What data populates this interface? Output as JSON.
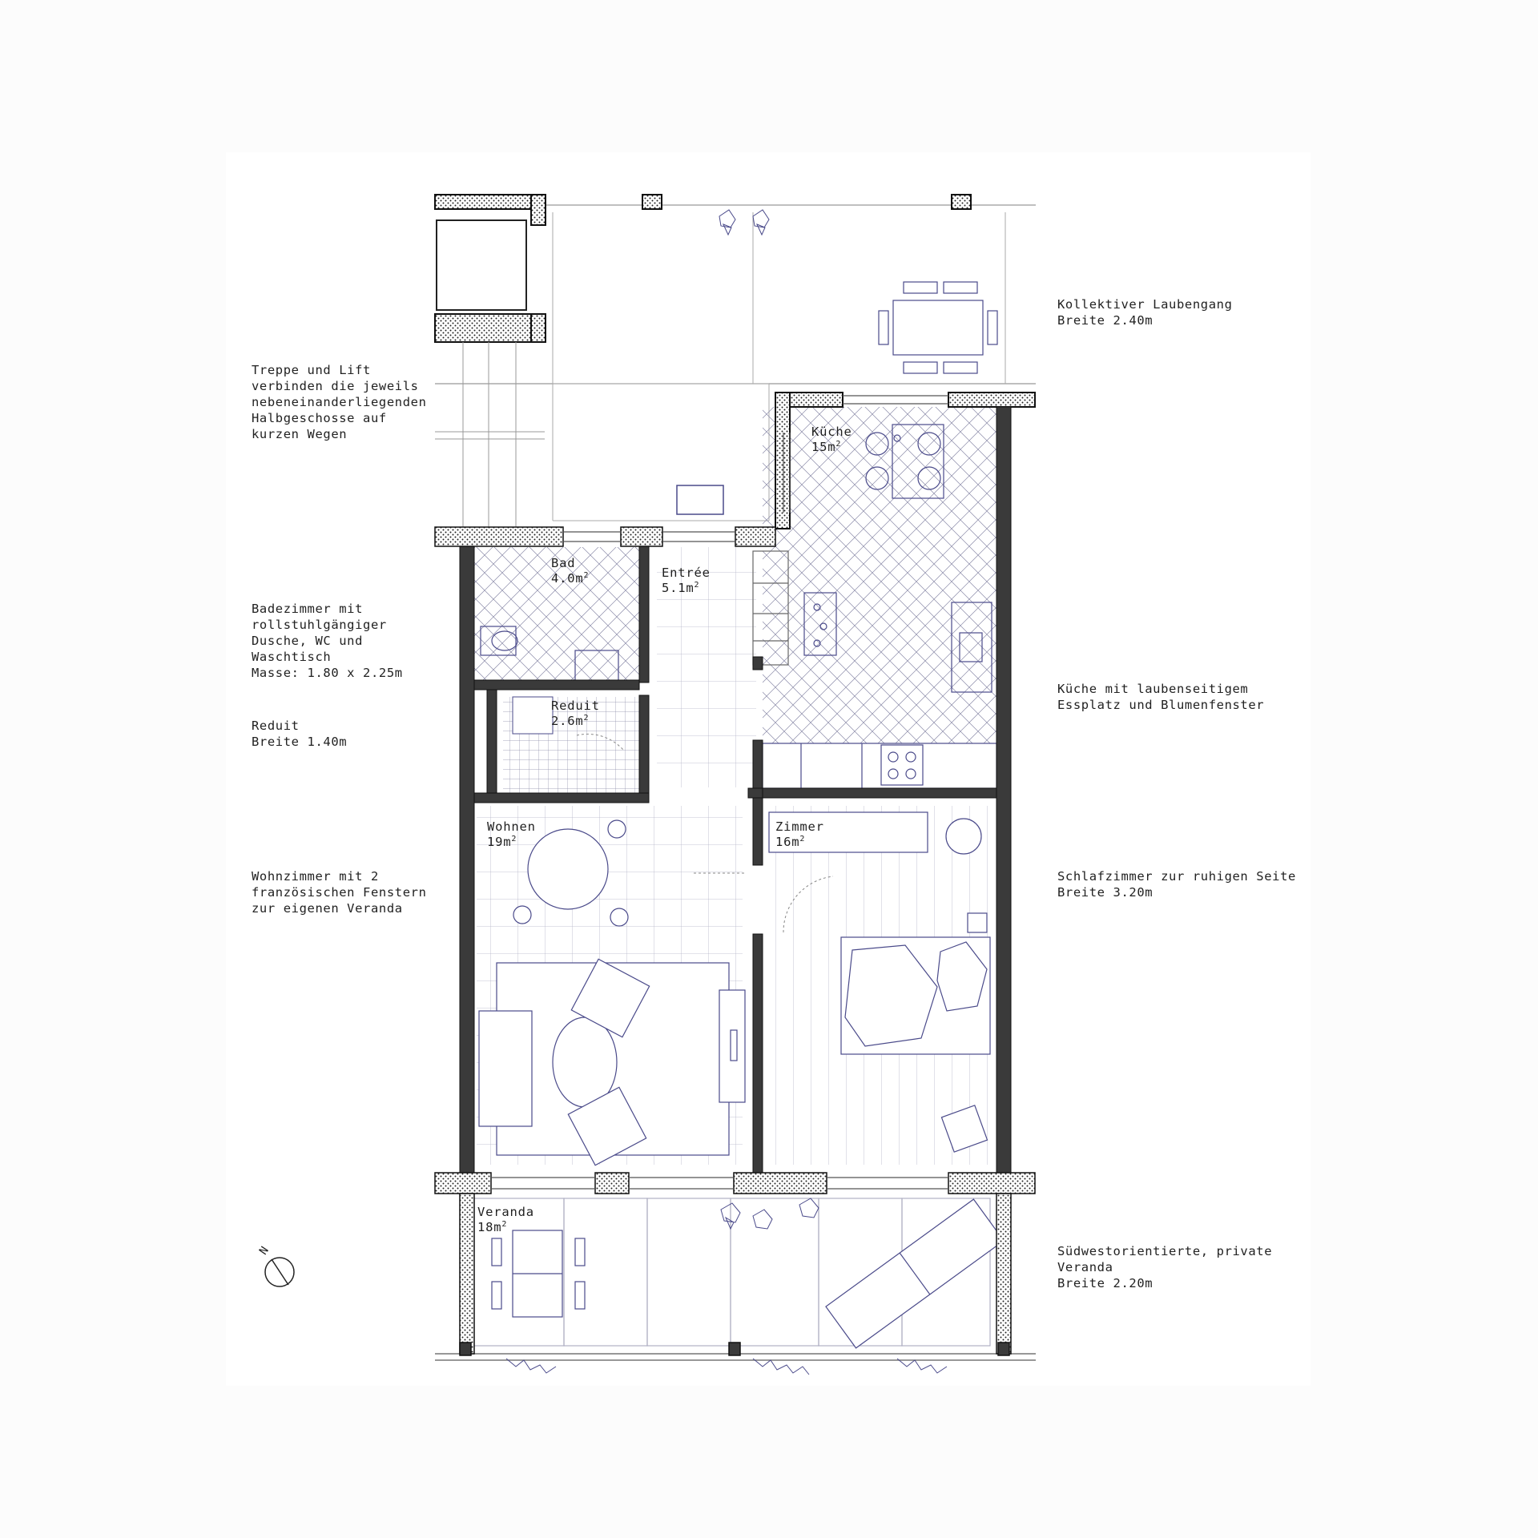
{
  "plan": {
    "rooms": [
      {
        "name": "Küche",
        "area": "15m",
        "unit_sup": "2"
      },
      {
        "name": "Bad",
        "area": "4.0m",
        "unit_sup": "2"
      },
      {
        "name": "Entrée",
        "area": "5.1m",
        "unit_sup": "2"
      },
      {
        "name": "Reduit",
        "area": "2.6m",
        "unit_sup": "2"
      },
      {
        "name": "Wohnen",
        "area": "19m",
        "unit_sup": "2"
      },
      {
        "name": "Zimmer",
        "area": "16m",
        "unit_sup": "2"
      },
      {
        "name": "Veranda",
        "area": "18m",
        "unit_sup": "2"
      }
    ],
    "north_label": "N"
  },
  "annotations": {
    "left": [
      {
        "lines": [
          "Treppe und Lift",
          "verbinden die jeweils",
          "nebeneinanderliegenden",
          "Halbgeschosse auf",
          "kurzen Wegen"
        ]
      },
      {
        "lines": [
          "Badezimmer mit",
          "rollstuhlgängiger",
          "Dusche, WC und",
          "Waschtisch",
          "Masse: 1.80 x 2.25m"
        ]
      },
      {
        "lines": [
          "Reduit",
          "Breite 1.40m"
        ]
      },
      {
        "lines": [
          "Wohnzimmer mit 2",
          "französischen Fenstern",
          "zur eigenen Veranda"
        ]
      }
    ],
    "right": [
      {
        "lines": [
          "Kollektiver Laubengang",
          "Breite 2.40m"
        ]
      },
      {
        "lines": [
          "Küche mit laubenseitigem",
          "Essplatz und Blumenfenster"
        ]
      },
      {
        "lines": [
          "Schlafzimmer zur ruhigen Seite",
          "Breite 3.20m"
        ]
      },
      {
        "lines": [
          "Südwestorientierte, private",
          "Veranda",
          "Breite 2.20m"
        ]
      }
    ]
  },
  "colors": {
    "wall_fill": "#3a3a3a",
    "wall_hatch": "#1a1a1a",
    "furniture": "#4a4a8a",
    "grid_line": "#9a9ab0",
    "text": "#1f1f1f"
  }
}
